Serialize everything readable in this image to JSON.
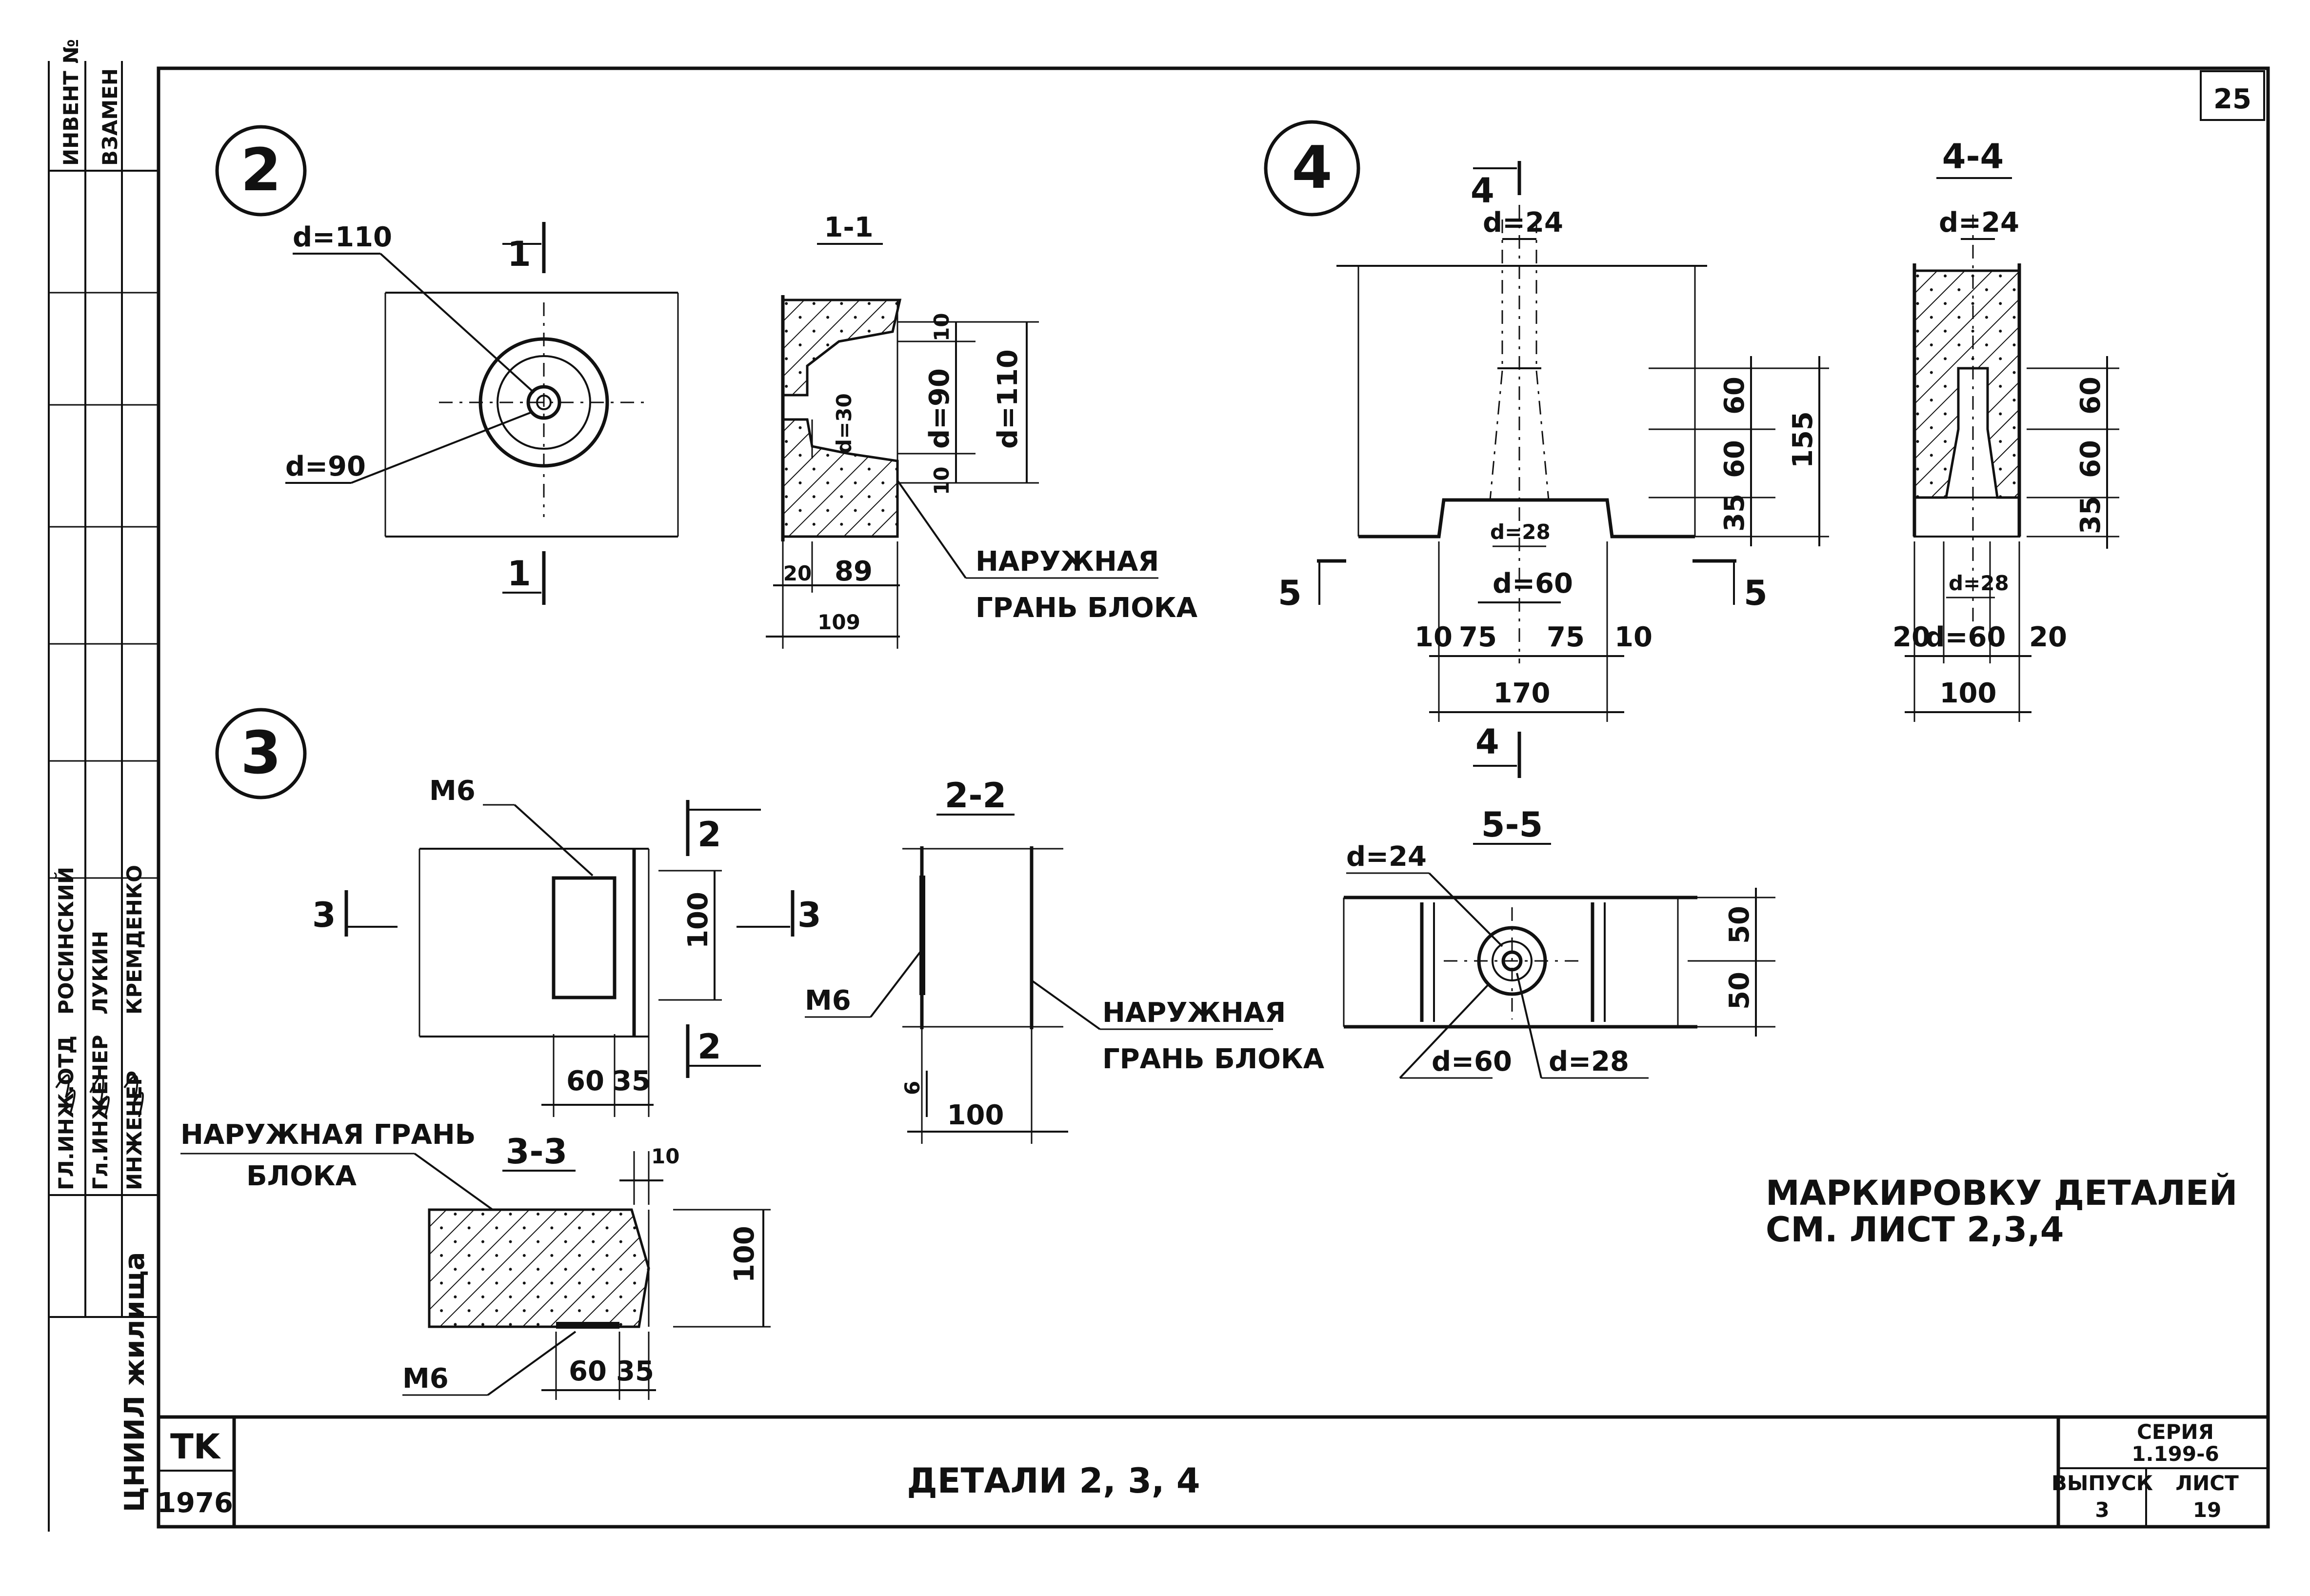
{
  "sheet_number": "25",
  "title_block": {
    "org_code": "TK",
    "year": "1976",
    "title": "ДЕТАЛИ   2, 3, 4",
    "series_label": "СЕРИЯ",
    "series_value": "1.199-6",
    "issue_label": "ВЫПУСК",
    "issue_value": "3",
    "sheet_label": "ЛИСТ",
    "sheet_value": "19"
  },
  "side_stamp": {
    "inv_label": "ИНВЕНТ №",
    "vzamen_label": "ВЗАМЕН",
    "roles": [
      "ГЛ.ИНЖ.ОТД",
      "Гл.ИНЖЕНЕР",
      "ИНЖЕНЕР"
    ],
    "names": [
      "РОСИНСКИЙ",
      "ЛУКИН",
      "КРЕМДЕНКО"
    ],
    "institute": "ЦНИИЛ жилища"
  },
  "details": {
    "d2": {
      "mark": "2",
      "label_d110": "d=110",
      "label_d90": "d=90",
      "cut": "1",
      "section_title": "1-1",
      "dims": [
        "10",
        "d=30",
        "d=90",
        "d=110",
        "10",
        "20",
        "89",
        "109"
      ],
      "outer_face_1": "НАРУЖНАЯ",
      "outer_face_2": "ГРАНЬ БЛОКА"
    },
    "d3": {
      "mark": "3",
      "m6": "М6",
      "cut2": "2",
      "cut3": "3",
      "dims_front": [
        "100",
        "60",
        "35"
      ],
      "section22_title": "2-2",
      "dims_22": [
        "6",
        "100"
      ],
      "outer_face_1": "НАРУЖНАЯ",
      "outer_face_2": "ГРАНЬ БЛОКА",
      "section33_title": "3-3",
      "outer_face_33_1": "НАРУЖНАЯ ГРАНЬ",
      "outer_face_33_2": "БЛОКА",
      "dims_33": [
        "10",
        "100",
        "60",
        "35"
      ]
    },
    "d4": {
      "mark": "4",
      "cut4": "4",
      "cut5": "5",
      "d24": "d=24",
      "d28": "d=28",
      "d60": "d=60",
      "dims_h": [
        "10",
        "75",
        "75",
        "10",
        "170"
      ],
      "dims_v": [
        "60",
        "60",
        "35",
        "155"
      ],
      "section44_title": "4-4",
      "dims_44_v": [
        "60",
        "60",
        "35"
      ],
      "dims_44_h": [
        "20",
        "d=60",
        "20",
        "100"
      ],
      "section55_title": "5-5",
      "dims_55": [
        "50",
        "50"
      ]
    }
  },
  "note_1": "МАРКИРОВКУ ДЕТАЛЕЙ",
  "note_2": "СМ. ЛИСТ 2,3,4"
}
